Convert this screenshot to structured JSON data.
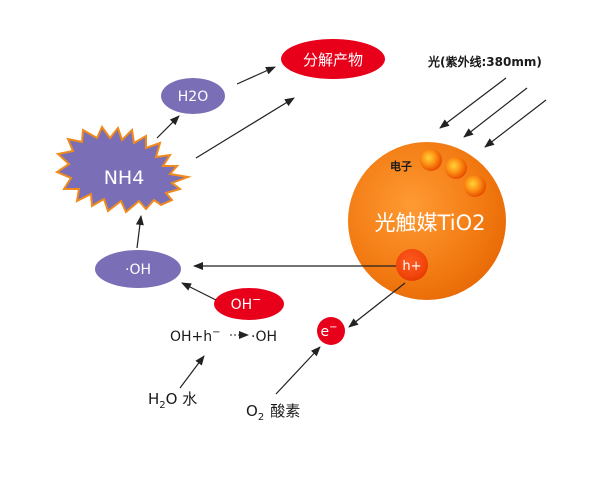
{
  "nodes": {
    "h2o": "H2O",
    "products": "分解产物",
    "nh4": "NH4",
    "oh_radical": "·OH",
    "oh_minus": "OH",
    "oh_minus_sup": "−",
    "electron": "e",
    "electron_sup": "−",
    "tio2": "光触媒TiO2",
    "electron_label": "电子",
    "hole": "h+"
  },
  "labels": {
    "light": "光(紫外线:380mm)",
    "reaction": "OH+h",
    "reaction_sup": "−",
    "reaction_result": "·OH",
    "water_h": "H",
    "water_sub": "2",
    "water_o": "O 水",
    "oxygen_o": "O",
    "oxygen_sub": "2",
    "oxygen_name": "酸素"
  },
  "colors": {
    "purple": "#7a6fb6",
    "red": "#e8001a",
    "orange": "#f27a12",
    "arrow": "#222222"
  }
}
